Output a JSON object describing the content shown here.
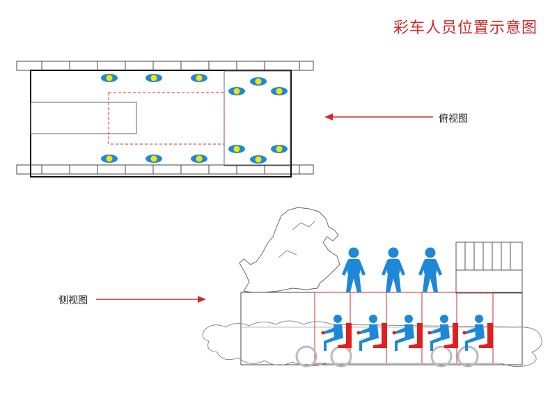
{
  "title": "彩车人员位置示意图",
  "labels": {
    "top_view": "俯视图",
    "side_view": "侧视图"
  },
  "colors": {
    "accent": "#d62828",
    "figure": "#1e88d8",
    "seat": "#e02020",
    "marker_outer": "#1e88d8",
    "marker_inner": "#f5e400",
    "line": "#333333"
  },
  "icons": {
    "arrow": "arrow-left-icon",
    "standing_person": "standing-person-icon",
    "seated_person": "seated-person-icon",
    "position_marker": "position-marker-icon"
  }
}
